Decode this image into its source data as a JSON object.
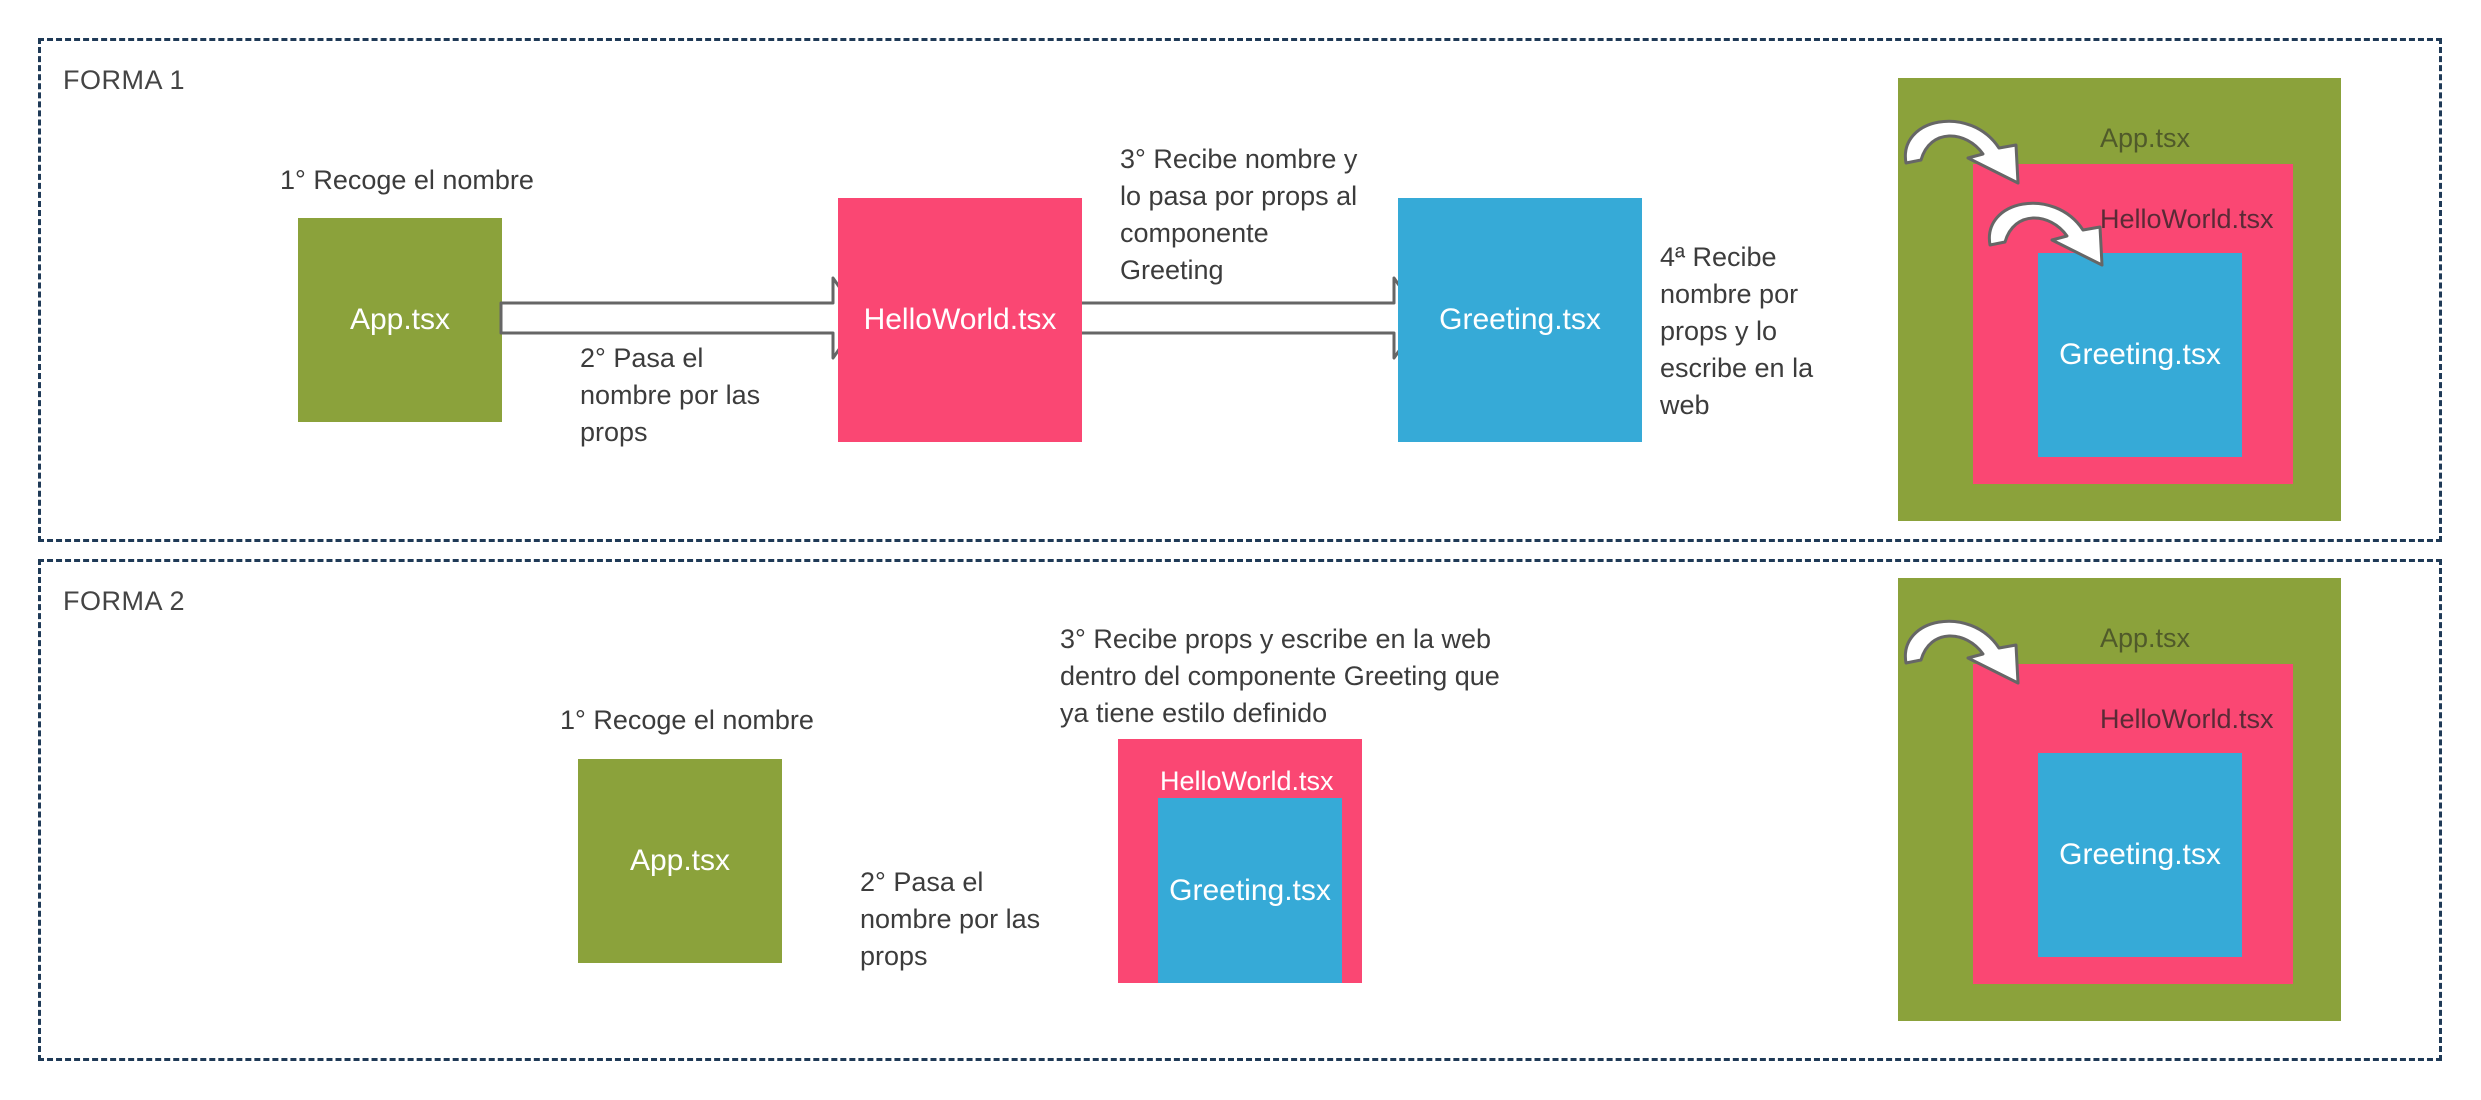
{
  "forma1": {
    "title": "FORMA 1",
    "app_label": "App.tsx",
    "helloworld_label": "HelloWorld.tsx",
    "greeting_label": "Greeting.tsx",
    "step1": "1° Recoge el nombre",
    "step2": "2° Pasa el\nnombre por las\nprops",
    "step3": "3° Recibe nombre y\nlo pasa por props al\ncomponente\nGreeting",
    "step4": "4ª Recibe\nnombre por\nprops y lo\nescribe en la\nweb",
    "nested": {
      "app_label": "App.tsx",
      "helloworld_label": "HelloWorld.tsx",
      "greeting_label": "Greeting.tsx"
    }
  },
  "forma2": {
    "title": "FORMA 2",
    "app_label": "App.tsx",
    "helloworld_label": "HelloWorld.tsx",
    "greeting_label": "Greeting.tsx",
    "step1": "1° Recoge el nombre",
    "step2": "2° Pasa el\nnombre por las\nprops",
    "step3": "3° Recibe props y escribe en la web\ndentro del componente Greeting que\nya tiene estilo definido",
    "nested": {
      "app_label": "App.tsx",
      "helloworld_label": "HelloWorld.tsx",
      "greeting_label": "Greeting.tsx"
    }
  },
  "colors": {
    "green": "#8ba23b",
    "pink": "#fa4773",
    "blue": "#36aad7",
    "panel_border": "#1f3a57",
    "arrow_stroke": "#666666"
  }
}
